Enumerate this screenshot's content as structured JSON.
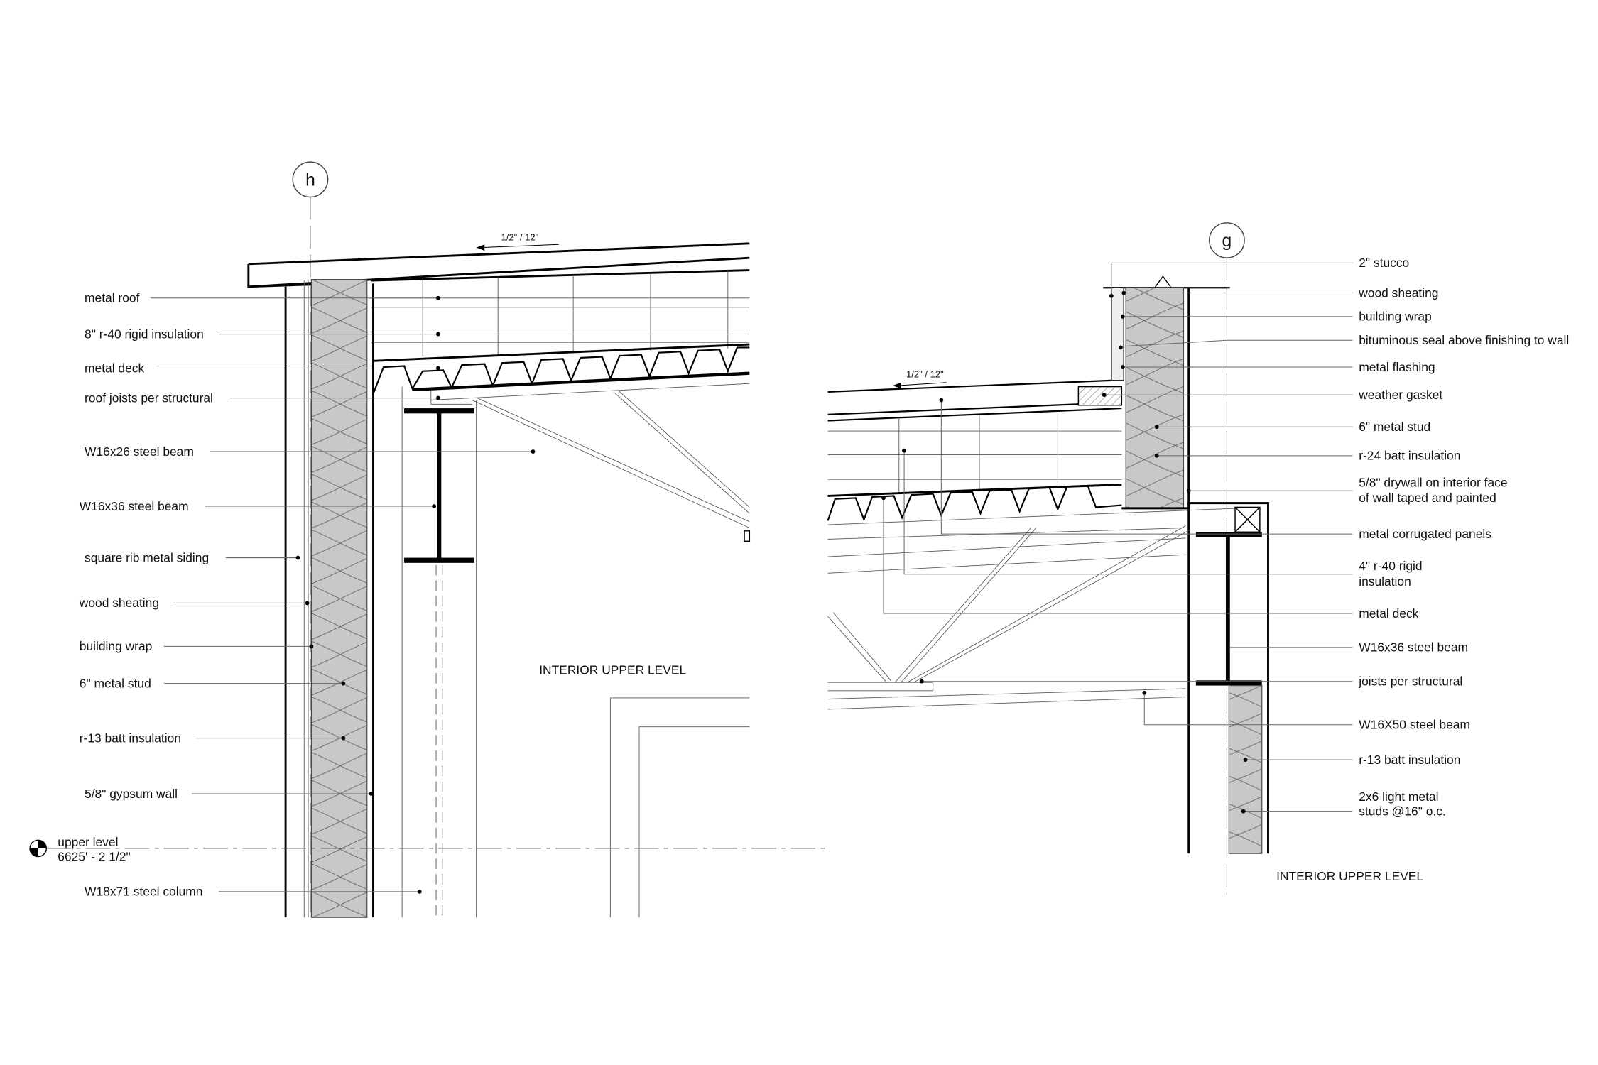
{
  "grid_markers": {
    "left": "h",
    "right": "g"
  },
  "slope_labels": {
    "left": "1/2\" / 12\"",
    "right": "1/2\" / 12\""
  },
  "left_detail": {
    "labels": [
      "metal roof",
      "8\" r-40 rigid insulation",
      "metal deck",
      "roof joists per structural",
      "W16x26 steel beam",
      "W16x36 steel beam",
      "square rib metal siding",
      "wood sheating",
      "building wrap",
      "6\" metal stud",
      "r-13 batt insulation",
      "5/8\" gypsum wall",
      "W18x71 steel column"
    ],
    "level_marker": {
      "name": "upper level",
      "elevation": "6625' - 2 1/2\""
    },
    "room_label": "INTERIOR UPPER LEVEL"
  },
  "right_detail": {
    "labels": [
      "2\" stucco",
      "wood sheating",
      "building wrap",
      "bituminous seal above finishing to wall",
      "metal flashing",
      "weather gasket",
      "6\" metal stud",
      "r-24 batt insulation",
      [
        "5/8\" drywall on interior face",
        "of wall taped and painted"
      ],
      "metal corrugated panels",
      [
        "4\" r-40 rigid",
        "insulation"
      ],
      "metal deck",
      "W16x36 steel beam",
      "joists per structural",
      "W16X50 steel beam",
      "r-13 batt insulation",
      [
        "2x6 light metal",
        "studs @16\" o.c."
      ]
    ],
    "room_label": "INTERIOR UPPER LEVEL"
  }
}
